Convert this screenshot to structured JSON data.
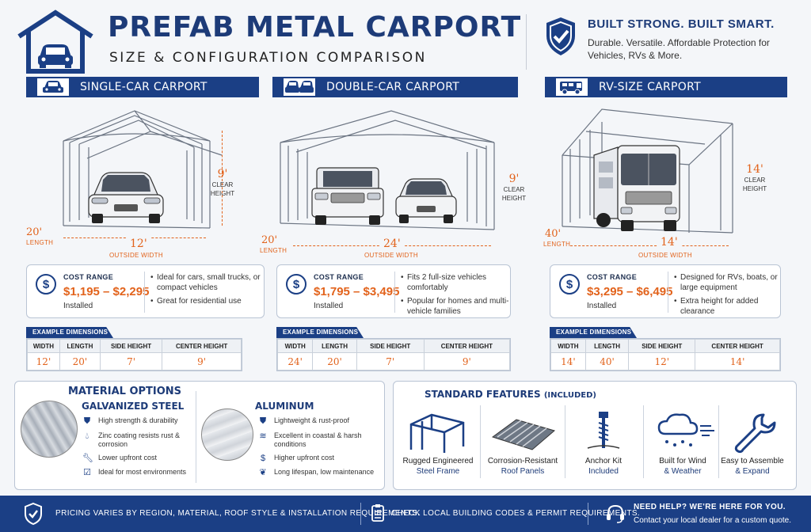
{
  "header": {
    "title": "PREFAB METAL CARPORT",
    "subtitle": "SIZE & CONFIGURATION COMPARISON",
    "tagline_title": "BUILT STRONG. BUILT SMART.",
    "tagline_text": "Durable. Versatile. Affordable Protection for Vehicles, RVs & More."
  },
  "carports": [
    {
      "name": "SINGLE-CAR CARPORT",
      "height": "9'",
      "height_label1": "CLEAR",
      "height_label2": "HEIGHT",
      "length": "20'",
      "length_label": "LENGTH",
      "width": "12'",
      "width_label": "OUTSIDE WIDTH",
      "cost_label": "COST RANGE",
      "price": "$1,195 – $2,295",
      "installed": "Installed",
      "bullets": [
        "Ideal for cars, small trucks, or compact vehicles",
        "Great for residential use"
      ]
    },
    {
      "name": "DOUBLE-CAR CARPORT",
      "height": "9'",
      "height_label1": "CLEAR",
      "height_label2": "HEIGHT",
      "length": "20'",
      "length_label": "LENGTH",
      "width": "24'",
      "width_label": "OUTSIDE WIDTH",
      "cost_label": "COST RANGE",
      "price": "$1,795 – $3,495",
      "installed": "Installed",
      "bullets": [
        "Fits 2 full-size vehicles comfortably",
        "Popular for homes and multi-vehicle families"
      ]
    },
    {
      "name": "RV-SIZE CARPORT",
      "height": "14'",
      "height_label1": "CLEAR",
      "height_label2": "HEIGHT",
      "length": "40'",
      "length_label": "LENGTH",
      "width": "14'",
      "width_label": "OUTSIDE WIDTH",
      "cost_label": "COST RANGE",
      "price": "$3,295 – $6,495",
      "installed": "Installed",
      "bullets": [
        "Designed for RVs, boats, or large equipment",
        "Extra height for added clearance"
      ]
    }
  ],
  "dimensions": {
    "tab": "EXAMPLE DIMENSIONS",
    "headers": [
      "WIDTH",
      "LENGTH",
      "SIDE HEIGHT",
      "CENTER HEIGHT"
    ],
    "rows": [
      [
        "12'",
        "20'",
        "7'",
        "9'"
      ],
      [
        "24'",
        "20'",
        "7'",
        "9'"
      ],
      [
        "14'",
        "40'",
        "12'",
        "14'"
      ]
    ]
  },
  "materials": {
    "title": "MATERIAL OPTIONS",
    "steel": {
      "name": "GALVANIZED STEEL",
      "items": [
        "High strength & durability",
        "Zinc coating resists rust & corrosion",
        "Lower upfront cost",
        "Ideal for most environments"
      ]
    },
    "aluminum": {
      "name": "ALUMINUM",
      "items": [
        "Lightweight & rust-proof",
        "Excellent in coastal & harsh conditions",
        "Higher upfront cost",
        "Long lifespan, low maintenance"
      ]
    }
  },
  "features": {
    "title": "STANDARD FEATURES",
    "title_suffix": "(INCLUDED)",
    "items": [
      {
        "l1": "Rugged Engineered",
        "l2": "Steel Frame",
        "icon": "frame-icon"
      },
      {
        "l1": "Corrosion-Resistant",
        "l2": "Roof Panels",
        "icon": "roof-panel-icon"
      },
      {
        "l1": "Anchor Kit",
        "l2": "Included",
        "icon": "anchor-icon"
      },
      {
        "l1": "Built for Wind",
        "l2": "& Weather",
        "icon": "weather-icon"
      },
      {
        "l1": "Easy to Assemble",
        "l2": "& Expand",
        "icon": "wrench-icon"
      }
    ]
  },
  "footer": {
    "pricing": "PRICING VARIES BY REGION, MATERIAL, ROOF STYLE & INSTALLATION REQUIREMENTS.",
    "codes": "CHECK LOCAL BUILDING CODES & PERMIT REQUIREMENTS.",
    "help_title": "NEED HELP? WE'RE HERE FOR YOU.",
    "help_text": "Contact your local dealer for a custom quote."
  },
  "colors": {
    "navy": "#1b3f85",
    "orange": "#e2631c",
    "background": "#f4f6f9"
  }
}
